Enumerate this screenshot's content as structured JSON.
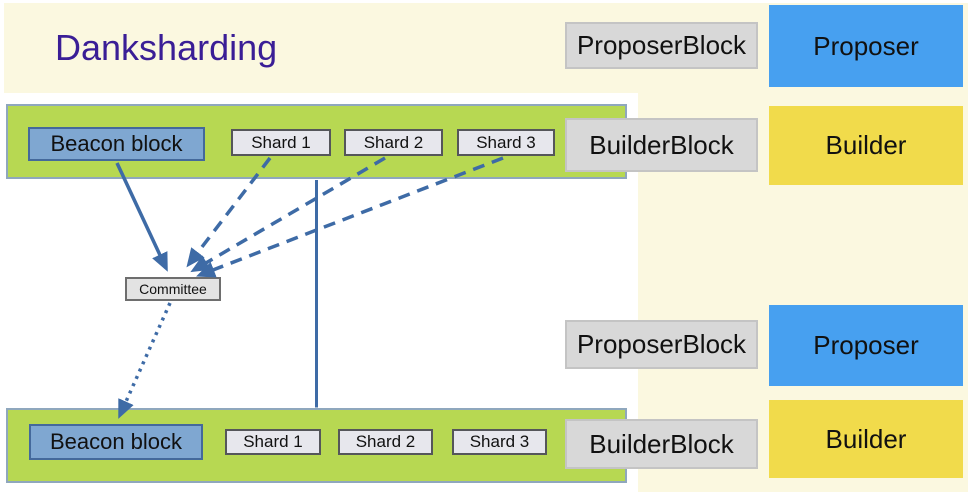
{
  "title": "Danksharding",
  "colors": {
    "background_cream": "#FBF8E0",
    "panel_white": "#FFFFFF",
    "bar_green": "#B7D852",
    "beacon_blue": "#7FA7D1",
    "proposer_blue": "#47A0F0",
    "builder_yellow": "#F1DB4B",
    "block_gray": "#D8D8D8",
    "shard_gray": "#E7E7ED",
    "arrow_blue": "#3E6BA6",
    "title_purple": "#3A1E96"
  },
  "bars": {
    "top": {
      "beacon_label": "Beacon block",
      "shards": [
        "Shard 1",
        "Shard 2",
        "Shard 3"
      ]
    },
    "bottom": {
      "beacon_label": "Beacon block",
      "shards": [
        "Shard 1",
        "Shard 2",
        "Shard 3"
      ]
    }
  },
  "committee": {
    "label": "Committee"
  },
  "legend": {
    "top": {
      "proposer_block": "ProposerBlock",
      "proposer": "Proposer",
      "builder_block": "BuilderBlock",
      "builder": "Builder"
    },
    "bottom": {
      "proposer_block": "ProposerBlock",
      "proposer": "Proposer",
      "builder_block": "BuilderBlock",
      "builder": "Builder"
    }
  }
}
